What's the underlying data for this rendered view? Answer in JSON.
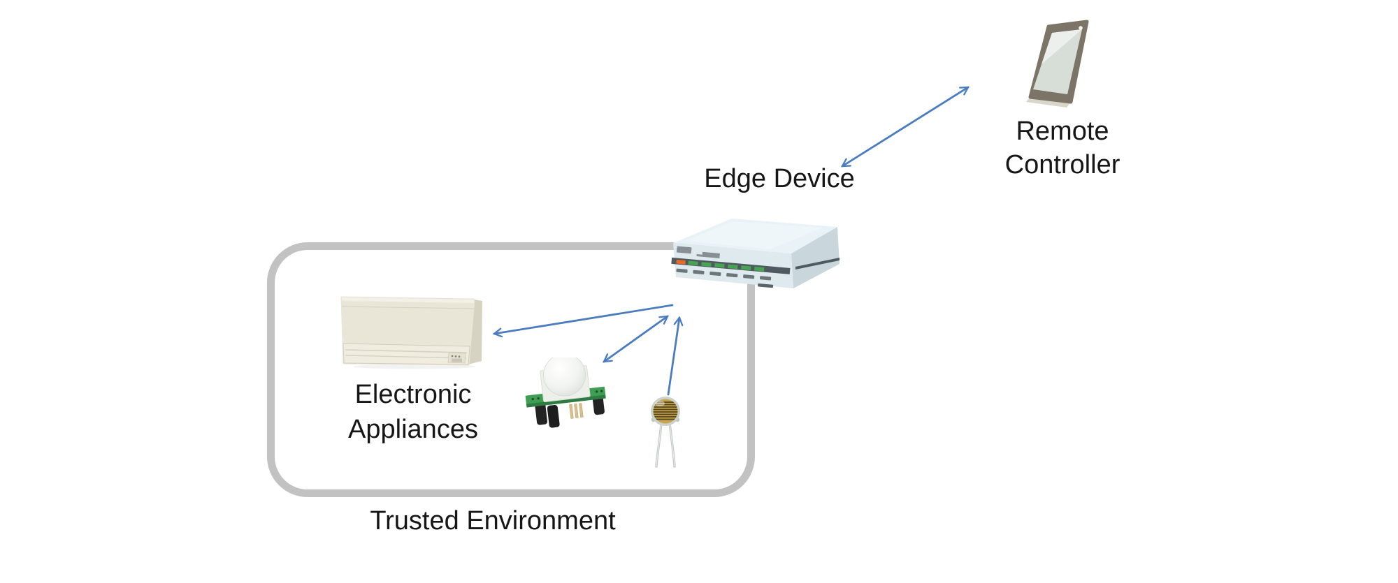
{
  "labels": {
    "edge_device": "Edge Device",
    "remote_controller_line1": "Remote",
    "remote_controller_line2": "Controller",
    "electronic_appliances_line1": "Electronic",
    "electronic_appliances_line2": "Appliances",
    "trusted_environment": "Trusted Environment"
  },
  "colors": {
    "arrow_blue": "#4a7dc0",
    "boundary_gray": "#c2c2c2",
    "label_text": "#161616",
    "router_top": "#e8f2f7",
    "router_front": "#dfeaee",
    "router_side": "#c9d6db",
    "router_stripe": "#4e5a60",
    "led_orange": "#ed6b21",
    "led_green": "#47a551",
    "phone_body": "#7c7567",
    "phone_screen": "#d7ddd7",
    "ac_body": "#eae7d9",
    "pir_pcb_green": "#3f9e53",
    "ldr_face": "#c7a54c"
  },
  "icons": {
    "edge_device": "router-box-icon",
    "remote_controller": "smartphone-icon",
    "electronic_appliances": "air-conditioner-icon",
    "motion_sensor": "pir-motion-sensor-icon",
    "light_sensor": "photoresistor-icon"
  },
  "diagram": {
    "type": "iot-architecture-diagram",
    "nodes": [
      {
        "id": "edge-device",
        "label": "Edge Device",
        "icon": "router-box-icon"
      },
      {
        "id": "remote-controller",
        "label": "Remote Controller",
        "icon": "smartphone-icon"
      },
      {
        "id": "electronic-appliances",
        "label": "Electronic Appliances",
        "icon": "air-conditioner-icon"
      },
      {
        "id": "pir-motion-sensor",
        "label": "",
        "icon": "pir-motion-sensor-icon"
      },
      {
        "id": "light-sensor",
        "label": "",
        "icon": "photoresistor-icon"
      }
    ],
    "container": {
      "id": "trusted-environment",
      "label": "Trusted Environment",
      "contains": [
        "electronic-appliances",
        "pir-motion-sensor",
        "light-sensor"
      ]
    },
    "edges": [
      {
        "from": "edge-device",
        "to": "remote-controller",
        "bidirectional": true
      },
      {
        "from": "edge-device",
        "to": "electronic-appliances",
        "bidirectional": false
      },
      {
        "from": "edge-device",
        "to": "pir-motion-sensor",
        "bidirectional": true
      },
      {
        "from": "light-sensor",
        "to": "edge-device",
        "bidirectional": false
      }
    ]
  }
}
